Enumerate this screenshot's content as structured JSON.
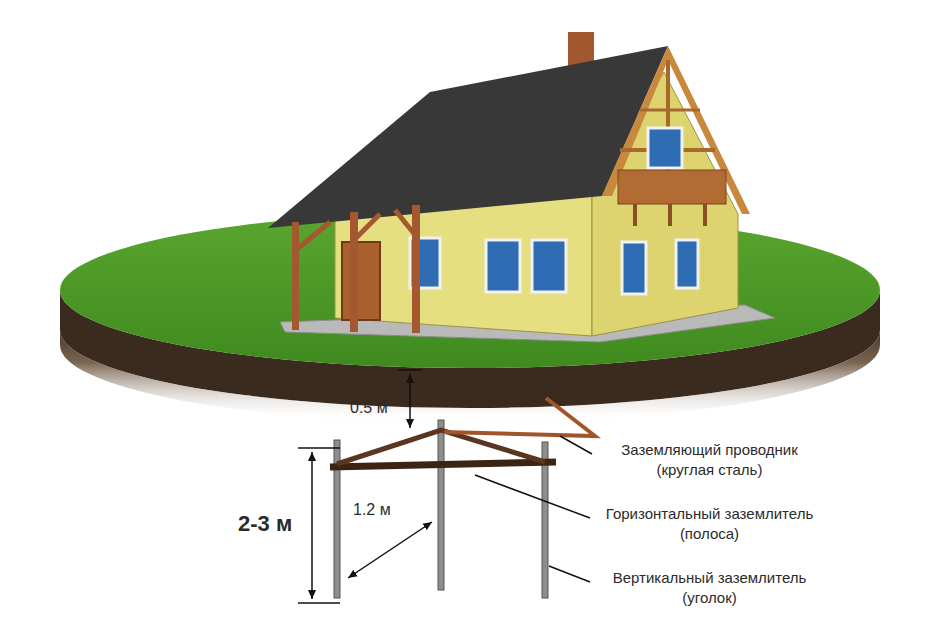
{
  "diagram": {
    "labels": [
      "0.5 м",
      "2-3 м",
      "1.2 м",
      "Заземляющий проводник (круглая сталь)",
      "Горизонтальный заземлитель (полоса)",
      "Вертикальный заземлитель (уголок)"
    ]
  }
}
